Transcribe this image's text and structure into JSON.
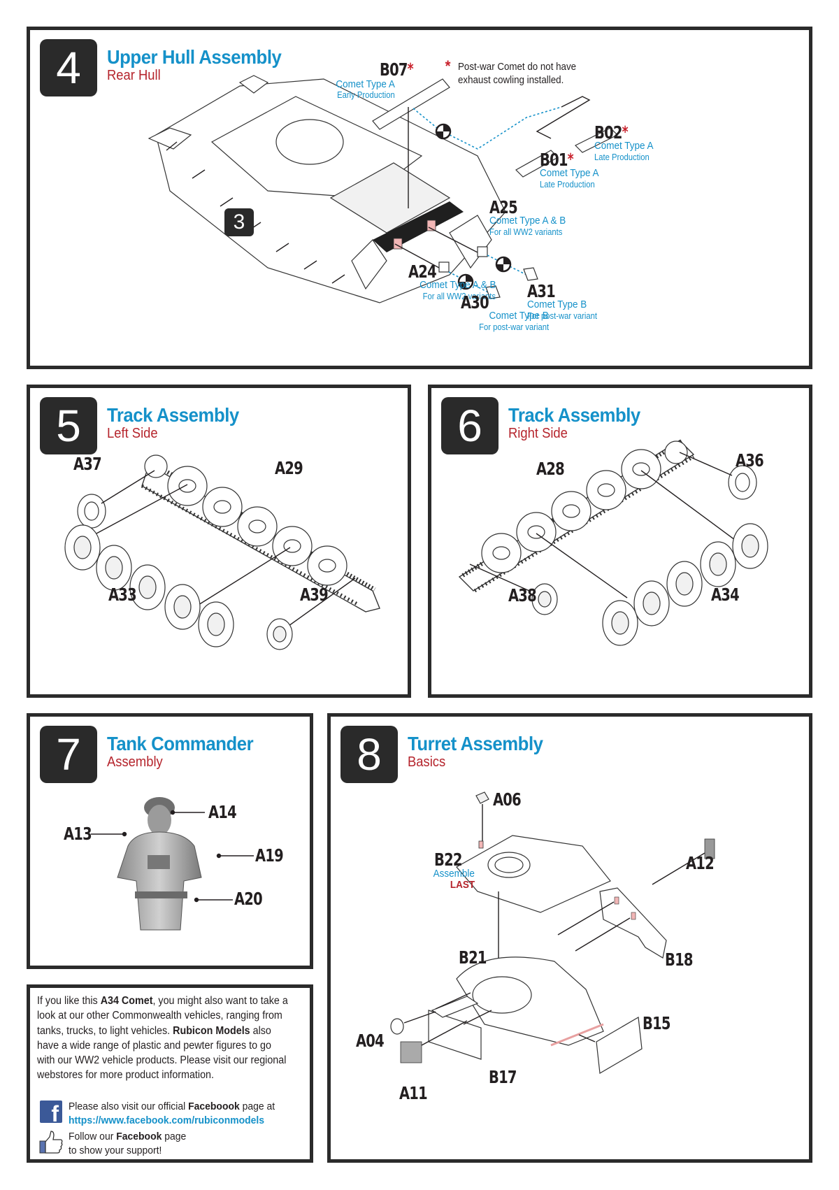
{
  "colors": {
    "title_blue": "#1591c9",
    "subtitle_red": "#b5242c",
    "asterisk_red": "#c8202b",
    "badge_dark": "#2a2a2a",
    "attach_point_pink": "#f2b6b6",
    "facebook_blue": "#3b5998"
  },
  "steps": [
    {
      "number": "4",
      "title": "Upper Hull Assembly",
      "subtitle": "Rear Hull",
      "subassembly_badge": "3",
      "footnote": {
        "marker": "*",
        "line1": "Post-war Comet do not have",
        "line2": "exhaust cowling installed."
      },
      "option_icon": "either-or-circle-icon",
      "parts": [
        {
          "id": "B07",
          "star": "*",
          "line1": "Comet Type A",
          "line2": "Early Production"
        },
        {
          "id": "B02",
          "star": "*",
          "line1": "Comet Type A",
          "line2": "Late Production"
        },
        {
          "id": "B01",
          "star": "*",
          "line1": "Comet Type A",
          "line2": "Late Production"
        },
        {
          "id": "A25",
          "star": "",
          "line1": "Comet Type A & B",
          "line2": "For all WW2 variants"
        },
        {
          "id": "A24",
          "star": "",
          "line1": "Comet Type A & B",
          "line2": "For all WW2 variants"
        },
        {
          "id": "A30",
          "star": "",
          "line1": "Comet Type B",
          "line2": "For post-war variant"
        },
        {
          "id": "A31",
          "star": "",
          "line1": "Comet Type B",
          "line2": "For post-war variant"
        }
      ]
    },
    {
      "number": "5",
      "title": "Track Assembly",
      "subtitle": "Left Side",
      "parts": [
        {
          "id": "A37"
        },
        {
          "id": "A29"
        },
        {
          "id": "A33"
        },
        {
          "id": "A39"
        }
      ]
    },
    {
      "number": "6",
      "title": "Track Assembly",
      "subtitle": "Right Side",
      "parts": [
        {
          "id": "A28"
        },
        {
          "id": "A36"
        },
        {
          "id": "A38"
        },
        {
          "id": "A34"
        }
      ]
    },
    {
      "number": "7",
      "title": "Tank Commander",
      "subtitle": "Assembly",
      "parts": [
        {
          "id": "A14"
        },
        {
          "id": "A13"
        },
        {
          "id": "A19"
        },
        {
          "id": "A20"
        }
      ]
    },
    {
      "number": "8",
      "title": "Turret Assembly",
      "subtitle": "Basics",
      "parts": [
        {
          "id": "A06"
        },
        {
          "id": "B22",
          "note1": "Assemble",
          "note2": "LAST"
        },
        {
          "id": "A12"
        },
        {
          "id": "B21"
        },
        {
          "id": "B18"
        },
        {
          "id": "B15"
        },
        {
          "id": "A04"
        },
        {
          "id": "B17"
        },
        {
          "id": "A11"
        }
      ]
    }
  ],
  "info_box": {
    "p1_a": "If you like this ",
    "p1_bold": "A34 Comet",
    "p1_b": ", you might also want to take a look at our other Commonwealth vehicles, ranging from tanks, trucks, to light vehicles.  ",
    "p1_bold2": "Rubicon Models",
    "p1_c": " also have a wide range of plastic and pewter figures to go with our WW2 vehicle products.  Please visit our regional webstores for more product information.",
    "fb_line1_a": "Please also visit our official ",
    "fb_line1_bold": "Faceboook",
    "fb_line1_b": " page at",
    "fb_url": "https://www.facebook.com/rubiconmodels",
    "like_line1_a": "Follow our ",
    "like_line1_bold": "Facebook",
    "like_line1_b": " page",
    "like_line2": "to show your support!"
  }
}
